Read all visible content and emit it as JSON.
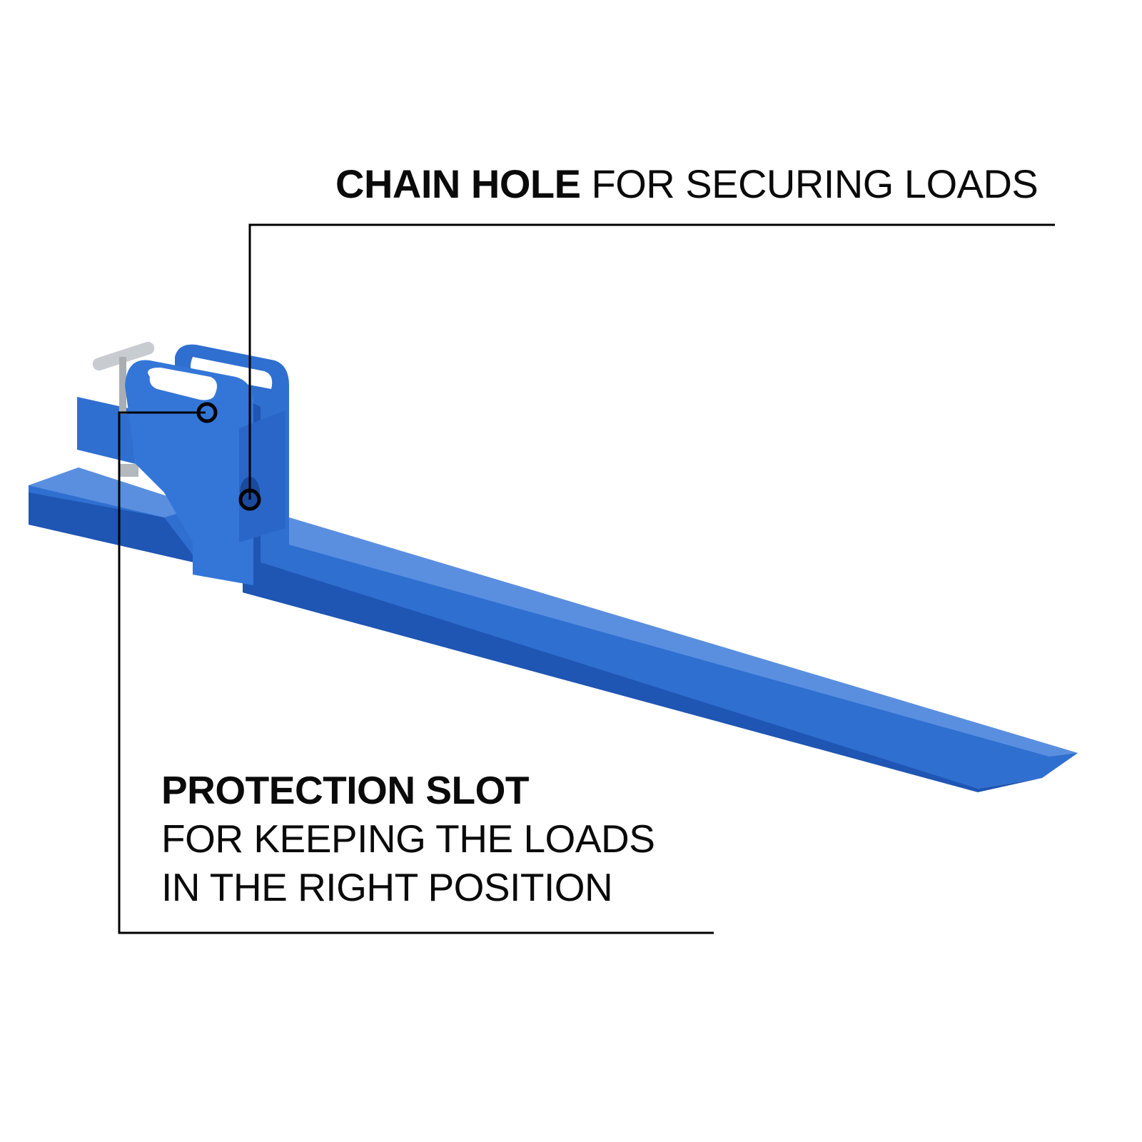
{
  "callouts": {
    "chain_hole": {
      "bold": "CHAIN HOLE",
      "rest": " FOR SECURING LOADS"
    },
    "protection_slot": {
      "bold": "PROTECTION SLOT",
      "line2": "FOR KEEPING THE LOADS",
      "line3": "IN THE RIGHT POSITION"
    }
  },
  "colors": {
    "fork_blue": "#2f6fd0",
    "fork_blue_dark": "#1f55b3",
    "fork_blue_light": "#5a8fe0",
    "pin_gray": "#c8ccd0",
    "leader_line": "#000000",
    "background": "#ffffff"
  }
}
